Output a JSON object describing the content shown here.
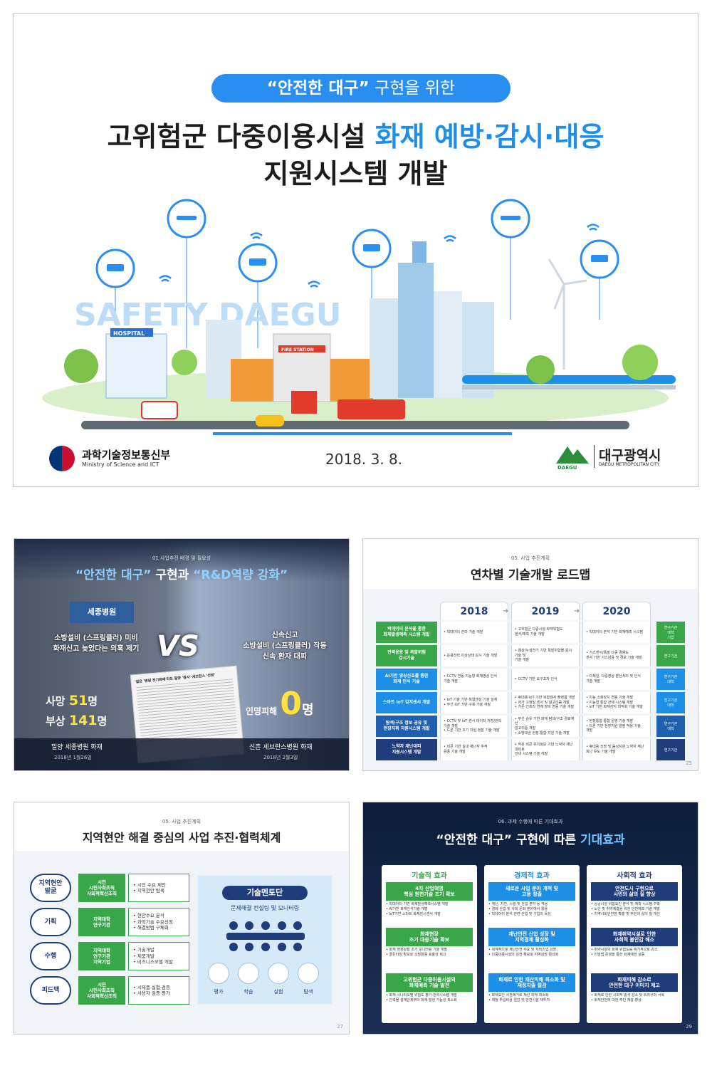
{
  "cover": {
    "pill_quote": "“안전한 대구”",
    "pill_rest": " 구현을 위한",
    "title_line1_a": "고위험군 다중이용시설 ",
    "title_line1_b": "화재 예방·감시·대응",
    "title_line2": "지원시스템 개발",
    "watermark": "SAFETY DAEGU",
    "hospital_sign": "HOSPITAL",
    "fire_sign": "FIRE STATION",
    "gov_name": "과학기술정보통신부",
    "gov_sub": "Ministry of Science and ICT",
    "date": "2018. 3. 8.",
    "daegu_name": "대구광역시",
    "daegu_sub": "DAEGU METROPOLITAN CITY",
    "daegu_logo_text": "DAEGU"
  },
  "s1": {
    "section": "01 사업추진 배경 및 필요성",
    "title_a": "“안전한 대구”",
    "title_b": " 구현과 ",
    "title_c": "“R&D역량 강화”",
    "left_text": "소방설비 (스프링클러) 미비\n화재신고 늦었다는 의혹 제기",
    "right_text": "신속신고\n소방설비 (스프링클러) 작동\n신속 환자 대피",
    "vs": "VS",
    "death_label": "사망",
    "death_num": "51",
    "death_unit": "명",
    "injury_label": "부상",
    "injury_num": "141",
    "injury_unit": "명",
    "loss_label": "인명피해",
    "loss_num": "0",
    "loss_unit": "명",
    "left_caption": "밀양 세종병원 화재",
    "left_date": "2018년 1월26일",
    "right_caption": "신촌 세브란스병원 화재",
    "right_date": "2018년 2월3일",
    "hospital_sign": "세종병원",
    "news_head": "같은 '병원 전기화재'라도 밀양 '참사'·세브란스 '선방'"
  },
  "s2": {
    "section": "05. 사업 추진계획",
    "title": "연차별 기술개발 로드맵",
    "years": [
      "2018",
      "2019",
      "2020"
    ],
    "rows": [
      {
        "label": "빅데이터 분석을 통한\n화재발생예측 시스템 개발",
        "c1": "• 빅데이터 관리 기술 개발",
        "c2": "• 고위험군 다중시설 화재위험도\n 분석/예측 기술 개발",
        "c3": "• 빅데이터 분석 기반 화재예측 시스템",
        "org": "연구기관\n대학\n기업"
      },
      {
        "label": "전력응용 및 폭발위험\n감시기술",
        "c1": "• 운용전력 이상상태 감시 기술 개발",
        "c2": "• 염상/누설전기 기반 폭발위험물 감시 기술 및\n 기술 개발",
        "c3": "• 가스센서/폭발 다중 경향도\n 센서 기반 가스감응 및 경보 기술 개발",
        "org": "연구기관"
      },
      {
        "label": "AI기반 영상신호를 통한\n화재 인식 기술",
        "c1": "• CCTV 연동 지능형 화재영상 인식\n 기술 개발",
        "c2": "• CCTV 기반 요구조자 인식",
        "c3": "• 다채널, 다중영상 분산처리 및 인식\n 기술 개발",
        "org": "연구기관\n대학"
      },
      {
        "label": "스마트 IoT 감지센서 개발",
        "c1": "• IoT 기술 기반 복합센싱 기술 설계\n• 무선 IoT 기반 구축 기술 개발",
        "c2": "• 휴대용 IoT 기반 복합센서 플랫폼 개발\n• 저가 고정밀 센서 및 알고리즘 개발\n• 기존 인프라 연계 장비 연동 기술 개발",
        "c3": "• 지능 소화장치 연동 기술 개발\n• 지능형 통합 관제 시스템 개발\n• IoT 기반 화재감지 최적화 기술 개발",
        "org": "연구기관\n대학"
      },
      {
        "label": "탐색/구조 정보 공유 및\n현장지휘 지원시스템 개발",
        "c1": "• CCTV 및 IoT 센서 데이터 저장/관리\n 기술 개발\n• 드론 기반 조기 지원 정찰 기술 개발",
        "c2": "• 무선 승유 기반 화재 탐색/구조 경로계산\n 알고리즘 개발\n• 소방대원 현장 통합 지원 기술 개발",
        "c3": "• 현장통합 통합 운영 기술 개발\n• 드론 기반 현장지원 알림 적용 기술\n 개발",
        "org": "연구기관\n대학"
      },
      {
        "label": "노약자 재난대피\n지원시스템 개발",
        "c1": "• 비콘 기반 실내 재난자 추적\n 응용 기술 개발",
        "c2": "• 작은 비콘 위치정보 기반 노약자 재난 대피로\n 안내 시스템 기술 개발",
        "c3": "• 휴대용 조명 및 음성지원 노약자 재난\n 피난 유도 기술 개발",
        "org": "연구기관"
      }
    ],
    "page": "25"
  },
  "s3": {
    "section": "05. 사업 추진계획",
    "title": "지역현안 해결 중심의 사업 추진·협력체계",
    "stages": [
      "지역현안\n발굴",
      "기획",
      "수행",
      "피드백"
    ],
    "actors": [
      "시민\n시민사회조직\n사회적혁신조직",
      "지역대학\n연구기관",
      "지역대학\n연구기관\n지역기업",
      "시민\n시민사회조직\n사회적혁신조직"
    ],
    "tasks": [
      "• 시민 수요 제안\n• 지역현안 탐색",
      "• 현안수요 분석\n• 과학기술 수요선정\n• 해결방법 구체화",
      "• 기술개발\n• 제품개발\n• 비즈니스모델 개발",
      "• 시제품 실험·검증\n• 사용자 검증 평가"
    ],
    "mentor_title": "기술멘토단",
    "mentor_sub": "문제해결 컨설팅 및 모니터링",
    "icons": [
      "평가",
      "학습",
      "실험",
      "탐색"
    ],
    "page": "27"
  },
  "s4": {
    "section": "06. 과제 수행에 따른 기대효과",
    "title_a": "“안전한 대구”",
    "title_b": " 구현에 따른 ",
    "title_c": "기대효과",
    "cols": [
      {
        "head": "기술적 효과",
        "items": [
          {
            "box": "4차 산업혁명\n핵심 원천기술 조기 확보",
            "txt": "• 빅데이터 기반 화재발생예측시스템 개발\n• AI기반 화재인식기술 개발\n• IoT기반 스마트 화재감시센서 개발"
          },
          {
            "box": "화재현장\n조기 대응기술 확보",
            "txt": "• 화재 현장상황 조기 모니터링 기술 개발\n• 골든타임 확보로 소방활동 효율성 제고"
          },
          {
            "box": "고위험군 다중이용시설의\n화재예측 기술 발전",
            "txt": "• 화재 시나리오별 위험도 평가·관리시스템 개발\n• 건축물 설계단계부터 화재 발생 가능성 최소화"
          }
        ]
      },
      {
        "head": "경제적 효과",
        "items": [
          {
            "box": "새로운 사업 분야 개척 및\n고용 창출",
            "txt": "• 재난, 치안, 시설 및 산업 분야 등 적용\n• 경제 산업 및 사회 문화 분야에서 활용\n• 빅데이터 분석 관련 산업 및 기업의 육성"
          },
          {
            "box": "재난안전 산업 성장 및\n지역경제 활성화",
            "txt": "• 세계적으로 재난안전 수요 및 서비스업 성장\n• 다중이용시설의 안전 확보로 지역상권 활성화"
          },
          {
            "box": "화재로 인한 재산피해 최소화 및\n재정지출 절감",
            "txt": "• 화재요인 사전제거로 재산 피해 최소화\n• 재정 투입비용 절감 및 안전시설 재투자"
          }
        ]
      },
      {
        "head": "사회적 효과",
        "items": [
          {
            "box": "안전도시 구현으로\n시민의 삶의 질 향상",
            "txt": "• 공공시설 위험요인 분석 및 예측 시스템 구축\n• 노인 및 취약계층을 위한 안전제보 기술 개발\n• 지역사회안전망 확충 및 주민의 삶의 질 개선"
          },
          {
            "box": "화재취약시설로 인한\n사회적 불안감 해소",
            "txt": "• 취약시설의 화재 위험도를 획기적으로 감소\n• 리빙랩 운영을 통한 화재예방 실증"
          },
          {
            "box": "화재피해 감소로\n안전한 대구 이미지 제고",
            "txt": "• 화재로 인한 시회적 충격 감소 및 트라우마 극복\n• 화재안전에 대한 주민 체감 향상"
          }
        ]
      }
    ],
    "page": "29"
  },
  "colors": {
    "blue": "#1e8fe6",
    "green": "#3aa64a",
    "navy": "#1e3d7a"
  }
}
